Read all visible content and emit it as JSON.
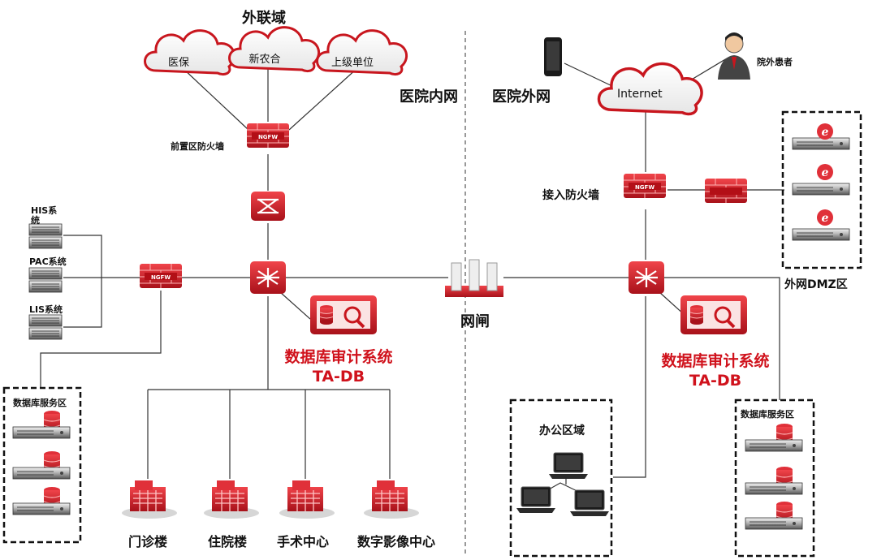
{
  "titles": {
    "external": "外联域",
    "intranet": "医院内网",
    "extranet": "医院外网"
  },
  "clouds": {
    "medical_insurance": "医保",
    "rural_coop": "新农合",
    "superior_unit": "上级单位",
    "internet": "Internet"
  },
  "devices": {
    "front_firewall": "前置区防火墙",
    "access_firewall": "接入防火墙",
    "gatekeeper": "网闸",
    "ngfw_badge": "NGFW",
    "outside_patient": "院外患者"
  },
  "systems": {
    "his": "HIS系\n统",
    "pac": "PAC系统",
    "lis": "LIS系统"
  },
  "audit": {
    "left_title": "数据库审计系统",
    "left_sub": "TA-DB",
    "right_title": "数据库审计系统",
    "right_sub": "TA-DB"
  },
  "zones": {
    "db_service_left": "数据库服务区",
    "db_service_right": "数据库服务区",
    "office": "办公区域",
    "dmz": "外网DMZ区"
  },
  "buildings": {
    "outpatient": "门诊楼",
    "inpatient": "住院楼",
    "surgery": "手术中心",
    "imaging": "数字影像中心"
  },
  "colors": {
    "device_red": "#c8161e",
    "audit_text_red": "#d0121c",
    "line": "#333333"
  }
}
